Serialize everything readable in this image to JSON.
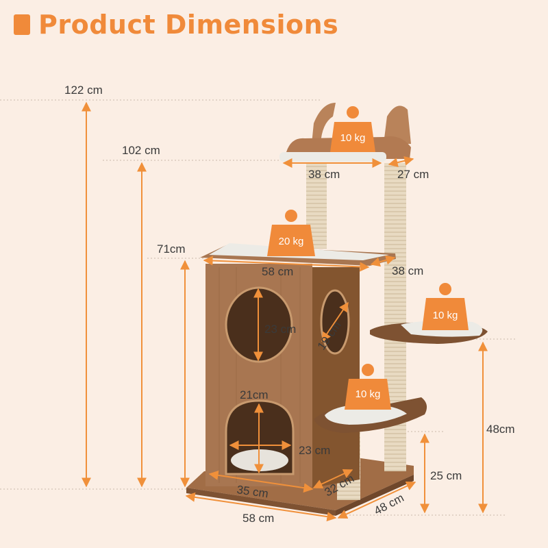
{
  "title": "Product Dimensions",
  "heights": {
    "h1": "122 cm",
    "h2": "102 cm",
    "h3": "71cm",
    "h4": "48cm",
    "h5": "25 cm"
  },
  "top_perch": {
    "w": "38 cm",
    "d": "27 cm",
    "weight": "10 kg"
  },
  "house_top": {
    "w": "58 cm",
    "d": "38 cm",
    "weight": "20 kg"
  },
  "right_perch": {
    "weight": "10 kg"
  },
  "low_perch": {
    "weight": "10 kg"
  },
  "openings": {
    "upper_h": "23 cm",
    "side_dia": "19 cm",
    "lower_w": "21cm",
    "lower_h": "23 cm"
  },
  "base": {
    "inner_w": "35 cm",
    "inner_d": "32 cm",
    "w": "58 cm",
    "d": "48 cm"
  },
  "colors": {
    "accent": "#f08a3a",
    "wood": "#9a6a45",
    "dimline": "#f0903a",
    "cushion": "#ecebe6",
    "sisal": "#e5d6bd"
  }
}
